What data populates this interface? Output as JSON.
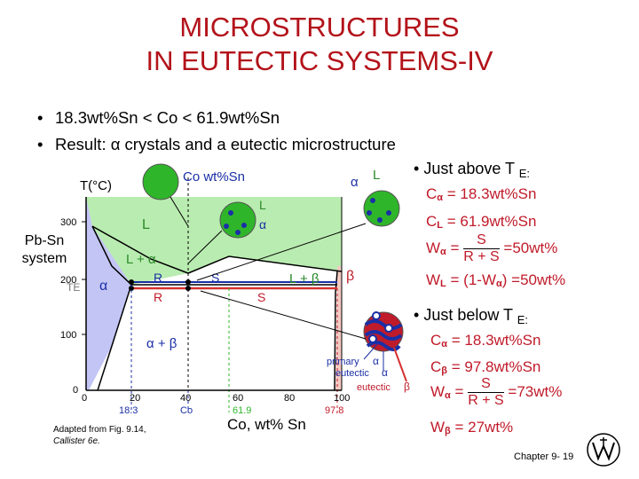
{
  "title": {
    "line1": "MICROSTRUCTURES",
    "line2": "IN EUTECTIC SYSTEMS-IV"
  },
  "bullets": [
    "18.3wt%Sn < Co < 61.9wt%Sn",
    "Result: α crystals and a eutectic microstructure"
  ],
  "diagram": {
    "y_axis_label": "T(°C)",
    "y_ticks": [
      "300",
      "200",
      "100",
      "0"
    ],
    "x_ticks": [
      "0",
      "20",
      "40",
      "60",
      "80",
      "100"
    ],
    "x_special": [
      "18.3",
      "Co",
      "61.9",
      "97.8"
    ],
    "x_axis_label": "Co, wt% Sn",
    "te_label": "TE",
    "co_circle_label": "Co wt%Sn",
    "region_L": "L",
    "region_alpha": "α",
    "region_L_alpha": "L + α",
    "region_L_beta": "L + β",
    "region_alpha_beta": "α + β",
    "label_beta": "β",
    "R_top": "R",
    "S_top": "S",
    "R_bottom": "R",
    "S_bottom": "S",
    "callout_L": "L",
    "callout_alpha": "α",
    "callout_L_small": "L",
    "callout_alpha_small": "α",
    "primary_label": "primary",
    "primary_alpha": "α",
    "eutectic_label1": "eutectic",
    "eutectic_alpha": "α",
    "eutectic_label2": "eutectic",
    "eutectic_beta": "β"
  },
  "system_label": {
    "line1": "Pb-Sn",
    "line2": "system"
  },
  "adapted": {
    "line1": "Adapted from Fig. 9.14,",
    "line2": "Callister 6e."
  },
  "just_above": {
    "heading": "Just above T",
    "heading_sub": "E:",
    "c_alpha": "C",
    "c_alpha_sub": "α",
    "c_alpha_val": "= 18.3wt%Sn",
    "c_L": "C",
    "c_L_sub": "L",
    "c_L_val": "= 61.9wt%Sn",
    "w_alpha": "W",
    "w_alpha_sub": "α",
    "eq": "=",
    "frac_num": "S",
    "frac_den": "R + S",
    "w_alpha_val": "=50wt%",
    "w_L": "W",
    "w_L_sub": "L",
    "w_L_val": "= (1-W",
    "w_L_val_sub": "α",
    "w_L_val_end": ") =50wt%"
  },
  "just_below": {
    "heading": "Just below T",
    "heading_sub": "E:",
    "c_alpha": "C",
    "c_alpha_sub": "α",
    "c_alpha_val": "= 18.3wt%Sn",
    "c_beta": "C",
    "c_beta_sub": "β",
    "c_beta_val": "= 97.8wt%Sn",
    "w_alpha": "W",
    "w_alpha_sub": "α",
    "eq": "=",
    "frac_num": "S",
    "frac_den": "R + S",
    "w_alpha_val": "=73wt%",
    "w_beta": "W",
    "w_beta_sub": "β",
    "w_beta_val": "= 27wt%"
  },
  "footer": "Chapter 9- 19",
  "colors": {
    "title": "#b3121a",
    "liquid": "#b9ecb0",
    "alpha": "#c3c5f5",
    "beta": "#f3c9c2",
    "red": "#c01b2a",
    "green_circle": "#2fb52a"
  }
}
